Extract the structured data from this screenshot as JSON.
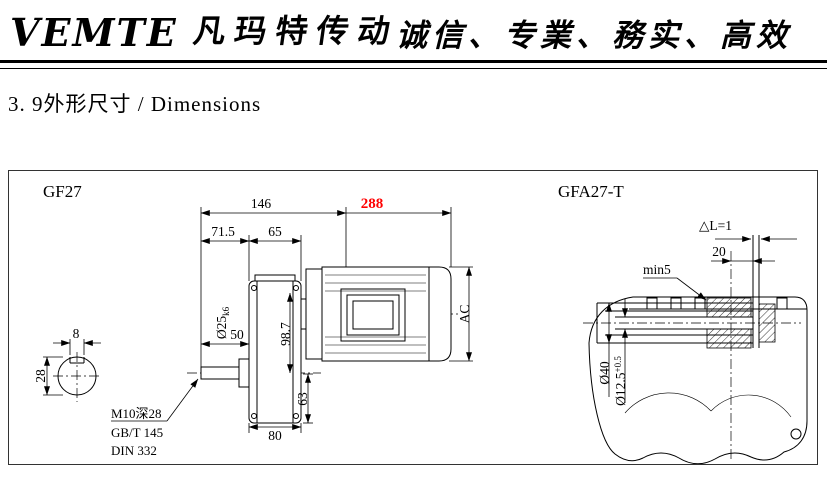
{
  "header": {
    "logo": "VEMTE",
    "logo_cn": "凡玛特传动",
    "slogan": "诚信、专業、務实、高效"
  },
  "section": {
    "title": "3. 9外形尺寸 / Dimensions"
  },
  "colors": {
    "accent_red": "#ff0000",
    "line": "#000000"
  },
  "gf27": {
    "label": "GF27",
    "dim_146": "146",
    "dim_288": "288",
    "dim_71_5": "71.5",
    "dim_65": "65",
    "dim_50": "50",
    "dim_80": "80",
    "dim_8": "8",
    "dim_28": "28",
    "dim_63": "63",
    "dim_98_7": "98.7",
    "dim_ac": "AC",
    "shaft_dia": "Ø25",
    "shaft_fit": "k6",
    "note_thread": "M10深28",
    "note_gb": "GB/T 145",
    "note_din": "DIN 332"
  },
  "gfa27": {
    "label": "GFA27-T",
    "dim_delta_l": "△L=1",
    "dim_20": "20",
    "dim_min5": "min5",
    "dim_d40": "Ø40",
    "dim_d12_5": "Ø12.5",
    "dim_d12_5_tol": "+0.5"
  }
}
